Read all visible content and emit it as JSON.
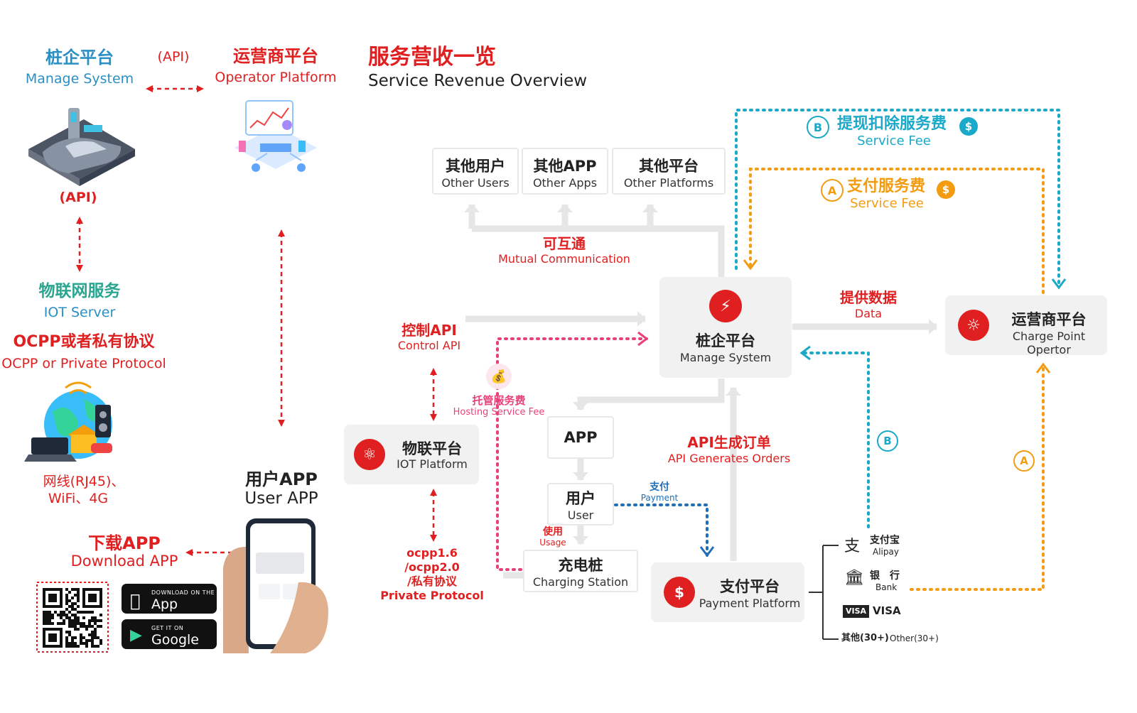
{
  "left": {
    "manage": {
      "cn": "桩企平台",
      "en": "Manage System"
    },
    "api_top": "(API)",
    "operator": {
      "cn": "运营商平台",
      "en": "Operator Platform"
    },
    "api_left": "(API)",
    "iot": {
      "cn": "物联网服务",
      "en": "IOT Server"
    },
    "protocol": {
      "cn": "OCPP或者私有协议",
      "en": "OCPP or Private Protocol"
    },
    "network": {
      "line1": "网线(RJ45)、",
      "line2": "WiFi、4G"
    },
    "user_app": {
      "cn": "用户APP",
      "en": "User APP"
    },
    "download": {
      "cn": "下载APP",
      "en": "Download APP"
    },
    "appstore": {
      "small": "DOWNLOAD ON THE",
      "big": "App Store"
    },
    "googleplay": {
      "small": "GET IT ON",
      "big": "Google Play"
    }
  },
  "right": {
    "title": {
      "cn": "服务营收一览",
      "en": "Service Revenue Overview"
    },
    "others": [
      {
        "cn": "其他用户",
        "en": "Other Users"
      },
      {
        "cn": "其他APP",
        "en": "Other Apps"
      },
      {
        "cn": "其他平台",
        "en": "Other Platforms"
      }
    ],
    "mutual": {
      "cn": "可互通",
      "en": "Mutual Communication"
    },
    "fee_b": {
      "letter": "B",
      "cn": "提现扣除服务费",
      "en": "Service Fee"
    },
    "fee_a": {
      "letter": "A",
      "cn": "支付服务费",
      "en": "Service Fee"
    },
    "manage": {
      "cn": "桩企平台",
      "en": "Manage System"
    },
    "data": {
      "cn": "提供数据",
      "en": "Data"
    },
    "cpo": {
      "cn": "运营商平台",
      "en": "Charge Point Opertor"
    },
    "control_api": {
      "cn": "控制API",
      "en": "Control API"
    },
    "hosting": {
      "cn": "托管服务费",
      "en": "Hosting Service Fee"
    },
    "iot_platform": {
      "cn": "物联平台",
      "en": "IOT Platform"
    },
    "app": "APP",
    "user": {
      "cn": "用户",
      "en": "User"
    },
    "usage": {
      "cn": "使用",
      "en": "Usage"
    },
    "payment_label": {
      "cn": "支付",
      "en": "Payment"
    },
    "api_orders": {
      "cn": "API生成订单",
      "en": "API Generates Orders"
    },
    "ocpp": {
      "l1": "ocpp1.6",
      "l2": "/ocpp2.0",
      "l3": "/私有协议",
      "l4": "Private Protocol"
    },
    "charging": {
      "cn": "充电桩",
      "en": "Charging Station"
    },
    "payment": {
      "cn": "支付平台",
      "en": "Payment Platform"
    },
    "methods": {
      "alipay": {
        "cn": "支付宝",
        "en": "Alipay"
      },
      "bank": {
        "cn": "银　行",
        "en": "Bank"
      },
      "visa": "VISA",
      "visa_logo": "VISA",
      "other": {
        "cn": "其他(30+)",
        "en": "Other(30+)"
      }
    },
    "letter_b": "B",
    "letter_a": "A"
  },
  "colors": {
    "red": "#e02020",
    "cyan": "#1aa9c9",
    "orange": "#f39c12",
    "pink": "#e8407a",
    "navy": "#1f6fb8",
    "gray": "#f1f1f1"
  }
}
